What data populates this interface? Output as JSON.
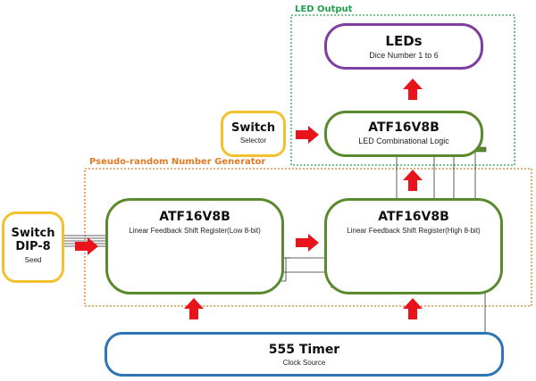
{
  "regions": {
    "led_output": {
      "label": "LED Output",
      "color": "#1FA34A"
    },
    "prng": {
      "label": "Pseudo-random Number Generator",
      "color": "#E07A24"
    }
  },
  "blocks": {
    "leds": {
      "title": "LEDs",
      "subtitle": "Dice Number 1 to 6",
      "color": "#7E3FA0"
    },
    "led_logic": {
      "title": "ATF16V8B",
      "subtitle": "LED Combinational Logic",
      "color": "#5A8A2E"
    },
    "switch_selector": {
      "title": "Switch",
      "subtitle": "Selector",
      "color": "#F2C12E"
    },
    "switch_seed": {
      "title": "Switch\nDIP-8",
      "title_line1": "Switch",
      "title_line2": "DIP-8",
      "subtitle": "Seed",
      "color": "#F2C12E"
    },
    "lfsr_low": {
      "title": "ATF16V8B",
      "subtitle": "Linear Feedback Shift Register(Low 8-bit)",
      "color": "#5A8A2E"
    },
    "lfsr_high": {
      "title": "ATF16V8B",
      "subtitle": "Linear Feedback Shift Register(High 8-bit)",
      "color": "#5A8A2E"
    },
    "timer": {
      "title": "555 Timer",
      "subtitle": "Clock Source",
      "color": "#2E75B6"
    }
  },
  "arrows": {
    "color": "#E8131B"
  },
  "flip_flops": {
    "low_count": 8,
    "high_count": 8
  }
}
